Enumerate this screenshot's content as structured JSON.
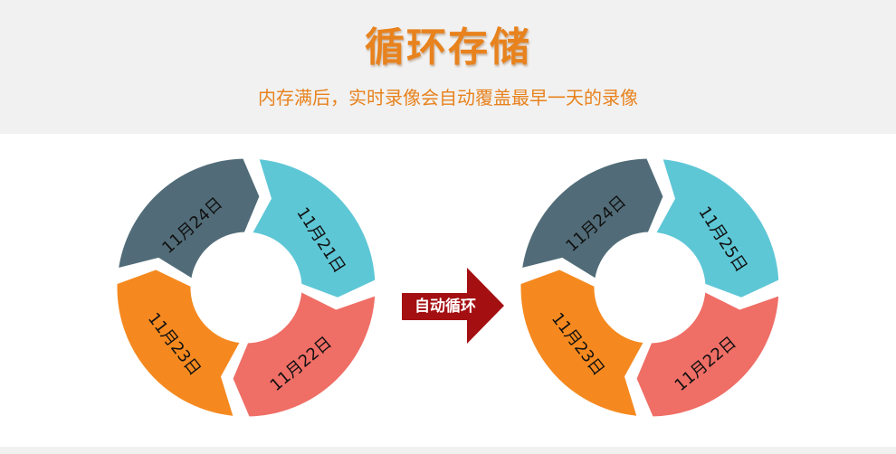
{
  "header": {
    "title": "循环存储",
    "subtitle": "内存满后，实时录像会自动覆盖最早一天的录像"
  },
  "arrow": {
    "label": "自动循环",
    "color": "#a40f12"
  },
  "colors": {
    "dark_slate": "#516c78",
    "cyan": "#5ec7d6",
    "orange": "#f5891f",
    "salmon": "#ef6e66",
    "accent": "#e8821d"
  },
  "cycles": [
    {
      "segments": [
        {
          "label": "11月24日",
          "color": "#516c78"
        },
        {
          "label": "11月21日",
          "color": "#5ec7d6"
        },
        {
          "label": "11月22日",
          "color": "#ef6e66"
        },
        {
          "label": "11月23日",
          "color": "#f5891f"
        }
      ]
    },
    {
      "segments": [
        {
          "label": "11月24日",
          "color": "#516c78"
        },
        {
          "label": "11月25日",
          "color": "#5ec7d6"
        },
        {
          "label": "11月22日",
          "color": "#ef6e66"
        },
        {
          "label": "11月23日",
          "color": "#f5891f"
        }
      ]
    }
  ]
}
